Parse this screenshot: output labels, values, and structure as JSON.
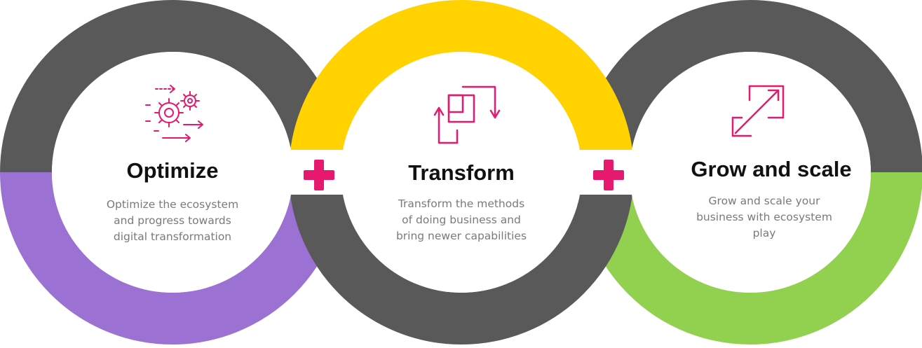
{
  "cards": [
    {
      "title": "Optimize",
      "description": "Optimize the ecosystem\nand progress towards\ndigital transformation",
      "icon": "gears-arrows-icon",
      "ring_top_color": "#595959",
      "ring_bottom_color": "#9b72d3"
    },
    {
      "title": "Transform",
      "description": "Transform the methods\nof doing business and\nbring newer capabilities",
      "icon": "rotate-squares-icon",
      "ring_top_color": "#ffd200",
      "ring_bottom_color": "#595959"
    },
    {
      "title": "Grow and scale",
      "description": "Grow and scale your\nbusiness with ecosystem\nplay",
      "icon": "expand-arrow-icon",
      "ring_top_color": "#595959",
      "ring_bottom_color": "#92d050"
    }
  ],
  "connectors": [
    {
      "icon": "plus-icon"
    },
    {
      "icon": "plus-icon"
    }
  ],
  "colors": {
    "accent": "#e6196e",
    "inner_fill": "#ffffff",
    "title": "#111111",
    "description": "#7a7a7a"
  }
}
